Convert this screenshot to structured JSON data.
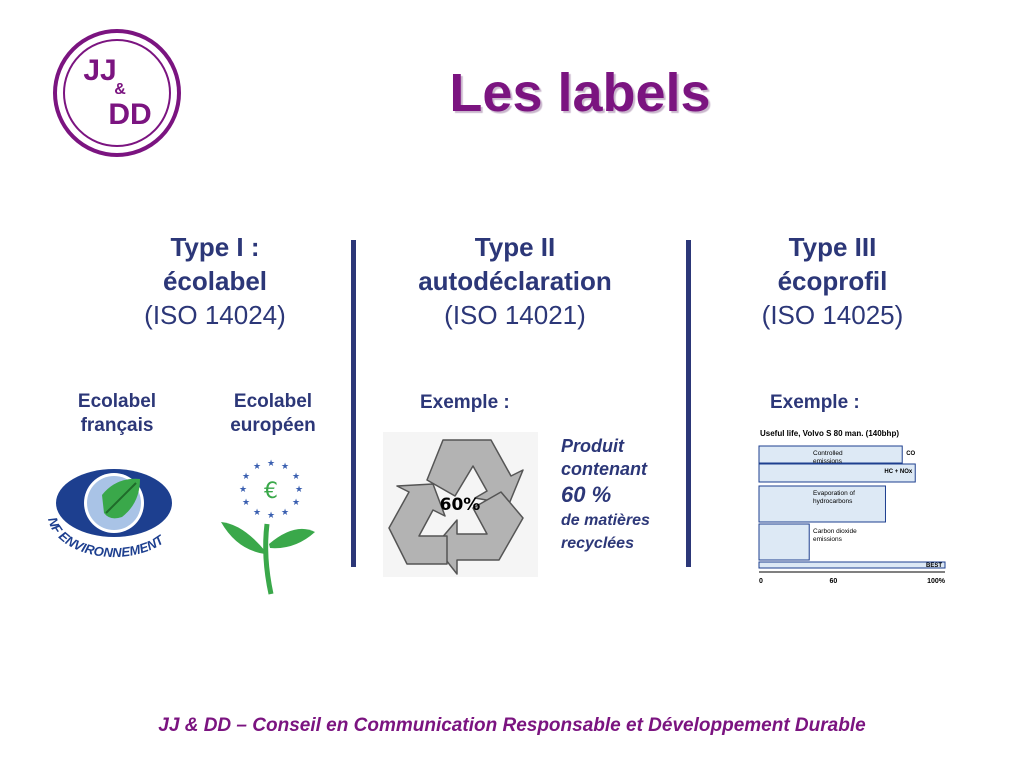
{
  "logo": {
    "top": "JJ",
    "amp": "&",
    "bottom": "DD"
  },
  "title": "Les labels",
  "columns": [
    {
      "type": "Type I :",
      "name": "écolabel",
      "iso": "(ISO 14024)"
    },
    {
      "type": "Type II",
      "name": "autodéclaration",
      "iso": "(ISO 14021)"
    },
    {
      "type": "Type III",
      "name": "écoprofil",
      "iso": "(ISO 14025)"
    }
  ],
  "ecolabels": {
    "fr_line1": "Ecolabel",
    "fr_line2": "français",
    "eu_line1": "Ecolabel",
    "eu_line2": "européen",
    "nf_text": "NF ENVIRONNEMENT",
    "euro_symbol": "€"
  },
  "example_label": "Exemple :",
  "recycle": {
    "percent_label": "60%",
    "product_line1": "Produit",
    "product_line2": "contenant",
    "product_line3": "60 %",
    "product_line4": "de matières",
    "product_line5": "recyclées"
  },
  "chart_data": {
    "type": "bar",
    "title": "Useful life, Volvo S 80 man. (140bhp)",
    "xlim": [
      0,
      100
    ],
    "x_ticks": [
      "0",
      "60",
      "100%"
    ],
    "bars": [
      {
        "label": "Controlled emissions",
        "side_label": "CO",
        "value": 77
      },
      {
        "label": "",
        "side_label": "HC + NOx",
        "value": 84
      },
      {
        "label": "Evaporation of hydrocarbons",
        "side_label": "",
        "value": 68
      },
      {
        "label": "Carbon dioxide emissions",
        "side_label": "",
        "value": 27
      },
      {
        "label": "",
        "side_label": "BEST",
        "value": 100
      }
    ]
  },
  "footer": "JJ & DD – Conseil en Communication Responsable et Développement Durable",
  "colors": {
    "purple": "#7b1480",
    "navy": "#2c3778",
    "green": "#3aa84a",
    "blue": "#1d3f8f",
    "grey": "#a9a9a9"
  }
}
